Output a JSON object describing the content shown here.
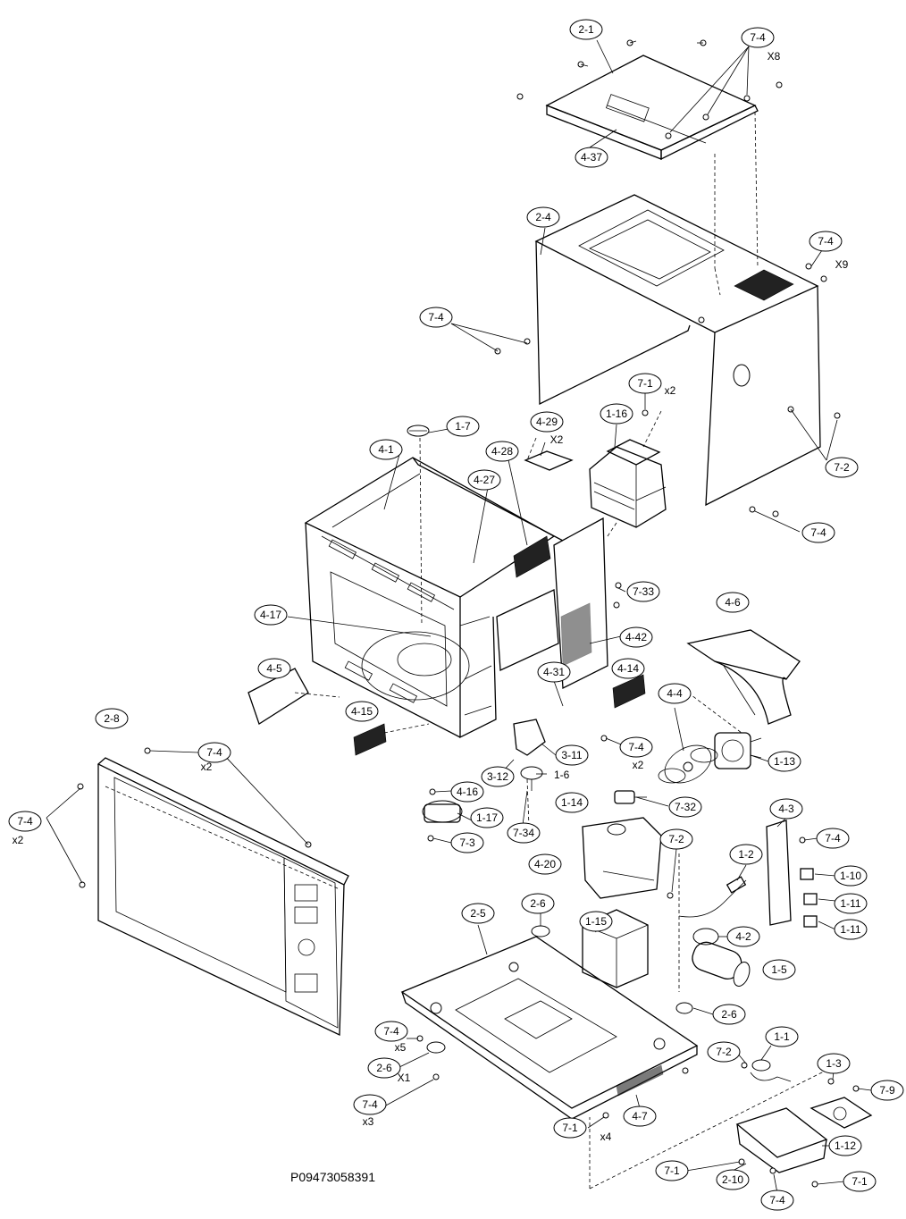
{
  "diagram": {
    "drawing_code": "P09473058391",
    "callouts": [
      {
        "id": "c-2-1",
        "label": "2-1"
      },
      {
        "id": "c-7-4-a",
        "label": "7-4",
        "qty": "X8"
      },
      {
        "id": "c-4-37",
        "label": "4-37"
      },
      {
        "id": "c-2-4",
        "label": "2-4"
      },
      {
        "id": "c-7-4-b",
        "label": "7-4",
        "qty": "X9"
      },
      {
        "id": "c-7-4-c",
        "label": "7-4"
      },
      {
        "id": "c-7-1-a",
        "label": "7-1",
        "qty": "x2"
      },
      {
        "id": "c-1-7",
        "label": "1-7"
      },
      {
        "id": "c-4-29",
        "label": "4-29",
        "qty": "X2"
      },
      {
        "id": "c-1-16",
        "label": "1-16"
      },
      {
        "id": "c-4-1",
        "label": "4-1"
      },
      {
        "id": "c-4-28",
        "label": "4-28"
      },
      {
        "id": "c-4-27",
        "label": "4-27"
      },
      {
        "id": "c-7-2-a",
        "label": "7-2"
      },
      {
        "id": "c-7-4-d",
        "label": "7-4"
      },
      {
        "id": "c-7-33",
        "label": "7-33"
      },
      {
        "id": "c-4-6",
        "label": "4-6"
      },
      {
        "id": "c-4-17",
        "label": "4-17"
      },
      {
        "id": "c-4-42",
        "label": "4-42"
      },
      {
        "id": "c-4-5",
        "label": "4-5"
      },
      {
        "id": "c-4-14",
        "label": "4-14"
      },
      {
        "id": "c-4-31",
        "label": "4-31"
      },
      {
        "id": "c-4-4",
        "label": "4-4"
      },
      {
        "id": "c-4-15",
        "label": "4-15"
      },
      {
        "id": "c-2-8",
        "label": "2-8"
      },
      {
        "id": "c-7-4-e",
        "label": "7-4",
        "qty": "x2"
      },
      {
        "id": "c-7-4-f",
        "label": "7-4",
        "qty": "x2"
      },
      {
        "id": "c-3-11",
        "label": "3-11"
      },
      {
        "id": "c-1-13",
        "label": "1-13"
      },
      {
        "id": "c-7-4-g",
        "label": "7-4",
        "qty": "x2"
      },
      {
        "id": "c-3-12",
        "label": "3-12"
      },
      {
        "id": "c-1-6",
        "label": "1-6"
      },
      {
        "id": "c-4-16",
        "label": "4-16"
      },
      {
        "id": "c-1-14",
        "label": "1-14"
      },
      {
        "id": "c-7-32",
        "label": "7-32"
      },
      {
        "id": "c-1-17",
        "label": "1-17"
      },
      {
        "id": "c-7-3",
        "label": "7-3"
      },
      {
        "id": "c-7-34",
        "label": "7-34"
      },
      {
        "id": "c-4-3",
        "label": "4-3"
      },
      {
        "id": "c-7-4-h",
        "label": "7-4"
      },
      {
        "id": "c-7-2-b",
        "label": "7-2"
      },
      {
        "id": "c-4-20",
        "label": "4-20"
      },
      {
        "id": "c-1-2",
        "label": "1-2"
      },
      {
        "id": "c-1-10",
        "label": "1-10"
      },
      {
        "id": "c-1-11-a",
        "label": "1-11"
      },
      {
        "id": "c-1-11-b",
        "label": "1-11"
      },
      {
        "id": "c-2-5",
        "label": "2-5"
      },
      {
        "id": "c-2-6-a",
        "label": "2-6"
      },
      {
        "id": "c-1-15",
        "label": "1-15"
      },
      {
        "id": "c-4-2",
        "label": "4-2"
      },
      {
        "id": "c-1-5",
        "label": "1-5"
      },
      {
        "id": "c-2-6-b",
        "label": "2-6"
      },
      {
        "id": "c-7-4-i",
        "label": "7-4",
        "qty": "x5"
      },
      {
        "id": "c-2-6-c",
        "label": "2-6",
        "qty": "X1"
      },
      {
        "id": "c-1-1",
        "label": "1-1"
      },
      {
        "id": "c-7-2-c",
        "label": "7-2"
      },
      {
        "id": "c-1-3",
        "label": "1-3"
      },
      {
        "id": "c-7-9",
        "label": "7-9"
      },
      {
        "id": "c-7-4-j",
        "label": "7-4",
        "qty": "x3"
      },
      {
        "id": "c-7-1-b",
        "label": "7-1",
        "qty": "x4"
      },
      {
        "id": "c-4-7",
        "label": "4-7"
      },
      {
        "id": "c-1-12",
        "label": "1-12"
      },
      {
        "id": "c-7-1-c",
        "label": "7-1"
      },
      {
        "id": "c-2-10",
        "label": "2-10"
      },
      {
        "id": "c-7-4-k",
        "label": "7-4"
      },
      {
        "id": "c-7-1-d",
        "label": "7-1"
      }
    ]
  }
}
